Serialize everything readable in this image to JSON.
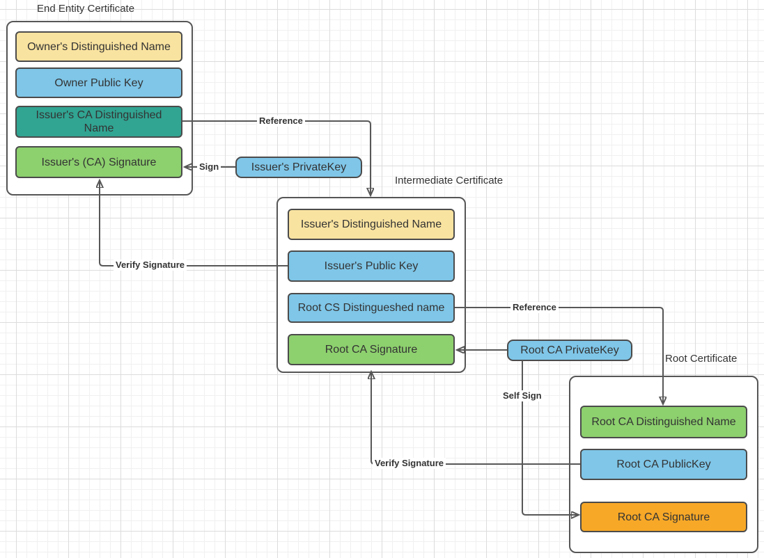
{
  "end_entity": {
    "title": "End Entity Certificate",
    "fields": {
      "owner_dn": "Owner's Distinguished Name",
      "owner_public_key": "Owner Public  Key",
      "issuer_ca_dn": "Issuer's CA Distinguished Name",
      "issuer_ca_signature": "Issuer's (CA) Signature"
    }
  },
  "intermediate": {
    "title": "Intermediate Certificate",
    "fields": {
      "issuer_dn": "Issuer's Distinguished Name",
      "issuer_public_key": "Issuer's Public  Key",
      "root_cs_dn": "Root CS Distingueshed name",
      "root_ca_signature": "Root CA Signature"
    }
  },
  "root": {
    "title": "Root Certificate",
    "fields": {
      "root_ca_dn": "Root CA Distinguished Name",
      "root_ca_public_key": "Root CA PublicKey",
      "root_ca_signature": "Root CA Signature"
    }
  },
  "keys": {
    "issuer_private_key": "Issuer's PrivateKey",
    "root_ca_private_key": "Root CA PrivateKey"
  },
  "arrow_labels": {
    "sign": "Sign",
    "reference_end_to_intermediate": "Reference",
    "verify_signature_intermediate_to_end": "Verify Signature",
    "reference_intermediate_to_root": "Reference",
    "self_sign": "Self Sign",
    "verify_signature_root_to_intermediate": "Verify Signature"
  },
  "colors": {
    "yellow": "#F9E3A0",
    "blue": "#7FC6E8",
    "teal": "#31A492",
    "green": "#8DD06E",
    "orange": "#F7A827",
    "line": "#575757",
    "text": "#333333",
    "box_border": "#4B4B4B",
    "container_border": "#565656",
    "grid_minor": "#F0F0F0",
    "grid_major": "#DCDCDC",
    "label_bg": "#FFFFFF"
  }
}
